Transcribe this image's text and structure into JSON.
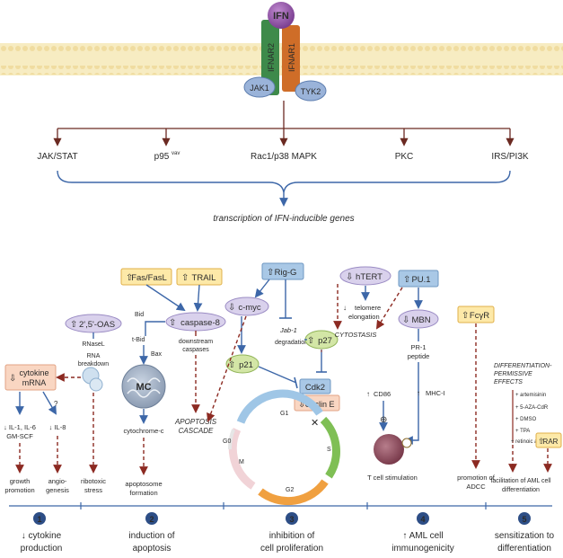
{
  "receptor": {
    "ligand": "IFN",
    "chain2": "IFNAR2",
    "chain1": "IFNAR1",
    "kinase1": "JAK1",
    "kinase2": "TYK2"
  },
  "pathways": [
    "JAK/STAT",
    "p95",
    "vav",
    "Rac1/p38 MAPK",
    "PKC",
    "IRS/PI3K"
  ],
  "transcription": "transcription of IFN-inducible genes",
  "mechanisms": {
    "fasfasl": "Fas/FasL",
    "trail": "TRAIL",
    "rigg": "Rig-G",
    "htert": "hTERT",
    "pu1": "PU.1",
    "oas": "2',5'-OAS",
    "caspase8": "caspase-8",
    "cmyc": "c-myc",
    "bid": "Bid",
    "tbid": "t-Bid",
    "bax": "Bax",
    "mc": "MC",
    "cytc": "cytochrome-c",
    "apoptosome": [
      "apoptosome",
      "formation"
    ],
    "downstream": [
      "downstream",
      "caspases"
    ],
    "apoptosis_cascade": [
      "APOPTOSIS",
      "CASCADE"
    ],
    "jab1": "Jab-1",
    "degradation": "degradation",
    "p27": "p27",
    "p21": "p21",
    "cdk2": "Cdk2",
    "cycline": "Cyclin E",
    "telomere": [
      "telomere",
      "elongation"
    ],
    "cytostasis": "CYTOSTASIS",
    "mbn": "MBN",
    "pr1": [
      "PR-1",
      "peptide"
    ],
    "fcyr": "FcγR",
    "cd86": "CD86",
    "mhc1": "MHC-I",
    "tcell": "T cell stimulation",
    "adcc": [
      "promotion of",
      "ADCC"
    ],
    "cytokine_mrna": [
      "cytokine",
      "mRNA"
    ],
    "rnasel": "RNaseL",
    "rna_breakdown": [
      "RNA",
      "breakdown"
    ],
    "question": "?",
    "il1": [
      "↓ IL-1, IL-6",
      "GM-SCF"
    ],
    "il8": "↓ IL-8",
    "growth": [
      "growth",
      "promotion"
    ],
    "angio": [
      "angio-",
      "genesis"
    ],
    "ribotoxic": [
      "ribotoxic",
      "stress"
    ],
    "diff_effects": [
      "DIFFERENTIATION-",
      "PERMISSIVE",
      "EFFECTS"
    ],
    "agents": [
      "+ artemisinin",
      "+ 5-AZA-CdR",
      "+ DMSO",
      "+ TPA",
      "+ retinoic acid +"
    ],
    "rar": "RAR",
    "facilitation": [
      "facilitation of AML cell",
      "differentiation"
    ],
    "cycle": [
      "G1",
      "S",
      "G2",
      "M",
      "G0"
    ]
  },
  "outcomes": [
    {
      "num": "1",
      "l1": "↓ cytokine",
      "l2": "production"
    },
    {
      "num": "2",
      "l1": "induction of",
      "l2": "apoptosis"
    },
    {
      "num": "3",
      "l1": "inhibition of",
      "l2": "cell proliferation"
    },
    {
      "num": "4",
      "l1": "↑ AML cell",
      "l2": "immunogenicity"
    },
    {
      "num": "5",
      "l1": "sensitization to",
      "l2": "differentiation"
    }
  ],
  "colors": {
    "membrane": "#f7ecc2",
    "orange_box": "#fde9a8",
    "blue_box": "#a9c8e6",
    "dark_arrow": "#6b2a22",
    "blue_arrow": "#3d67a8",
    "ifn": "#8e4fa3"
  }
}
